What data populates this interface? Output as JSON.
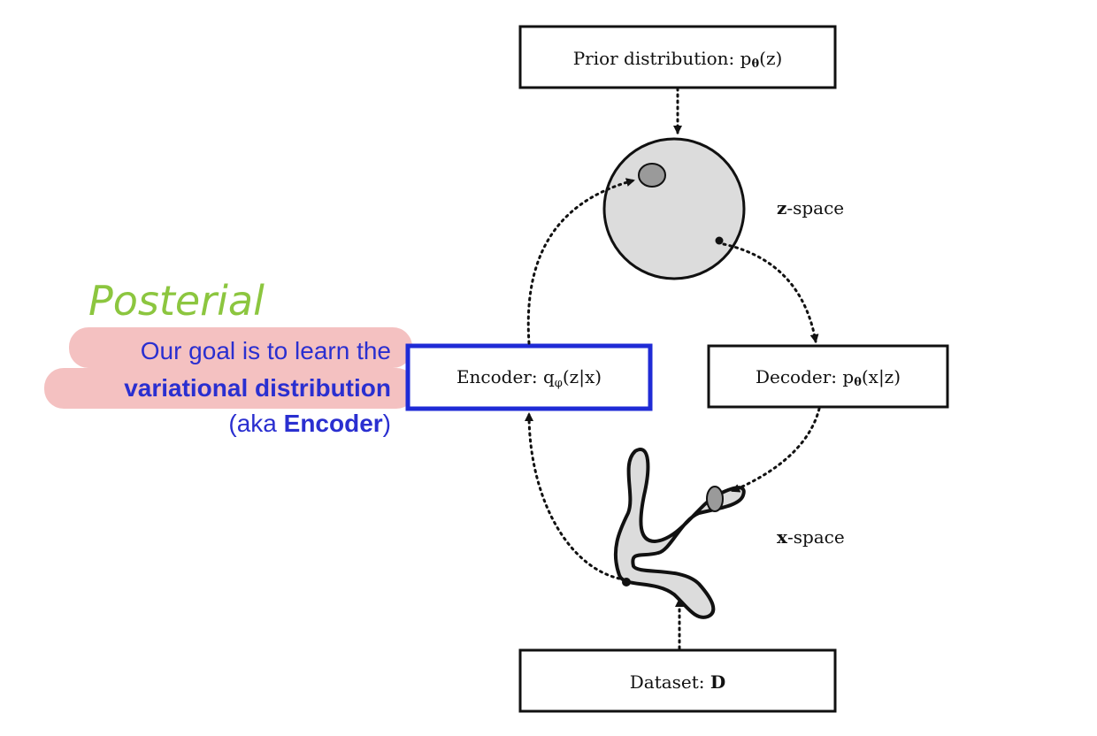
{
  "boxes": {
    "prior": {
      "prefix": "Prior distribution: p",
      "sub": "θ",
      "suffix": "(z)"
    },
    "encoder": {
      "prefix": "Encoder: q",
      "sub": "φ",
      "suffix": "(z|x)"
    },
    "decoder": {
      "prefix": "Decoder: p",
      "sub": "θ",
      "suffix": "(x|z)"
    },
    "dataset": {
      "prefix": "Dataset: ",
      "bold": "D"
    }
  },
  "spaces": {
    "z": {
      "bold": "z",
      "rest": "-space"
    },
    "x": {
      "bold": "x",
      "rest": "-space"
    }
  },
  "annotation": {
    "handwritten": "Posterial",
    "line1": "Our goal is to learn the",
    "line2": "variational distribution",
    "line3_open": "(aka ",
    "line3_bold": "Encoder",
    "line3_close": ")"
  },
  "colors": {
    "highlight": "#f2b6b6",
    "annotation_text": "#2a2fd0",
    "encoder_frame": "#1f2bd6",
    "handwriting": "#8cc63f",
    "space_fill": "#dcdcdc",
    "blob_fill": "#9a9a9a"
  }
}
